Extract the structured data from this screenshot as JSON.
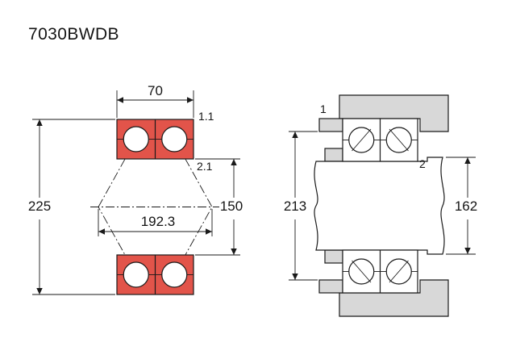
{
  "title": "7030BWDB",
  "colors": {
    "bearing_red": "#e2544a",
    "housing_gray": "#d8d8d8"
  },
  "left_figure": {
    "dimensions": {
      "width": "70",
      "outer_ring_chamfer": "1.1",
      "inner_ring_chamfer": "2.1",
      "outer_diameter": "225",
      "bore_diameter": "150",
      "effective_load_center_distance": "192.3"
    }
  },
  "right_figure": {
    "part_labels": {
      "note_1": "1",
      "note_2": "2"
    },
    "dimensions": {
      "housing_abutment_diameter": "213",
      "shaft_abutment_diameter": "162"
    }
  }
}
